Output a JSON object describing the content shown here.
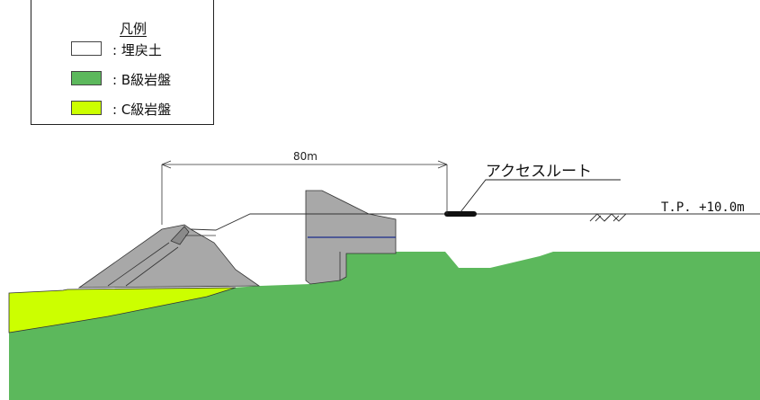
{
  "legend": {
    "title": "凡例",
    "items": [
      {
        "label": ": 埋戻土",
        "color": "#ffffff"
      },
      {
        "label": ": B級岩盤",
        "color": "#5cb85c"
      },
      {
        "label": ": C級岩盤",
        "color": "#ccff00"
      }
    ]
  },
  "dimension": {
    "label": "80m"
  },
  "access_route": {
    "label": "アクセスルート"
  },
  "elevation": {
    "label": "T.P. +10.0m"
  },
  "colors": {
    "b_rock": "#5cb85c",
    "c_rock": "#ccff00",
    "structure": "#a8a8a8",
    "outline": "#333333"
  }
}
